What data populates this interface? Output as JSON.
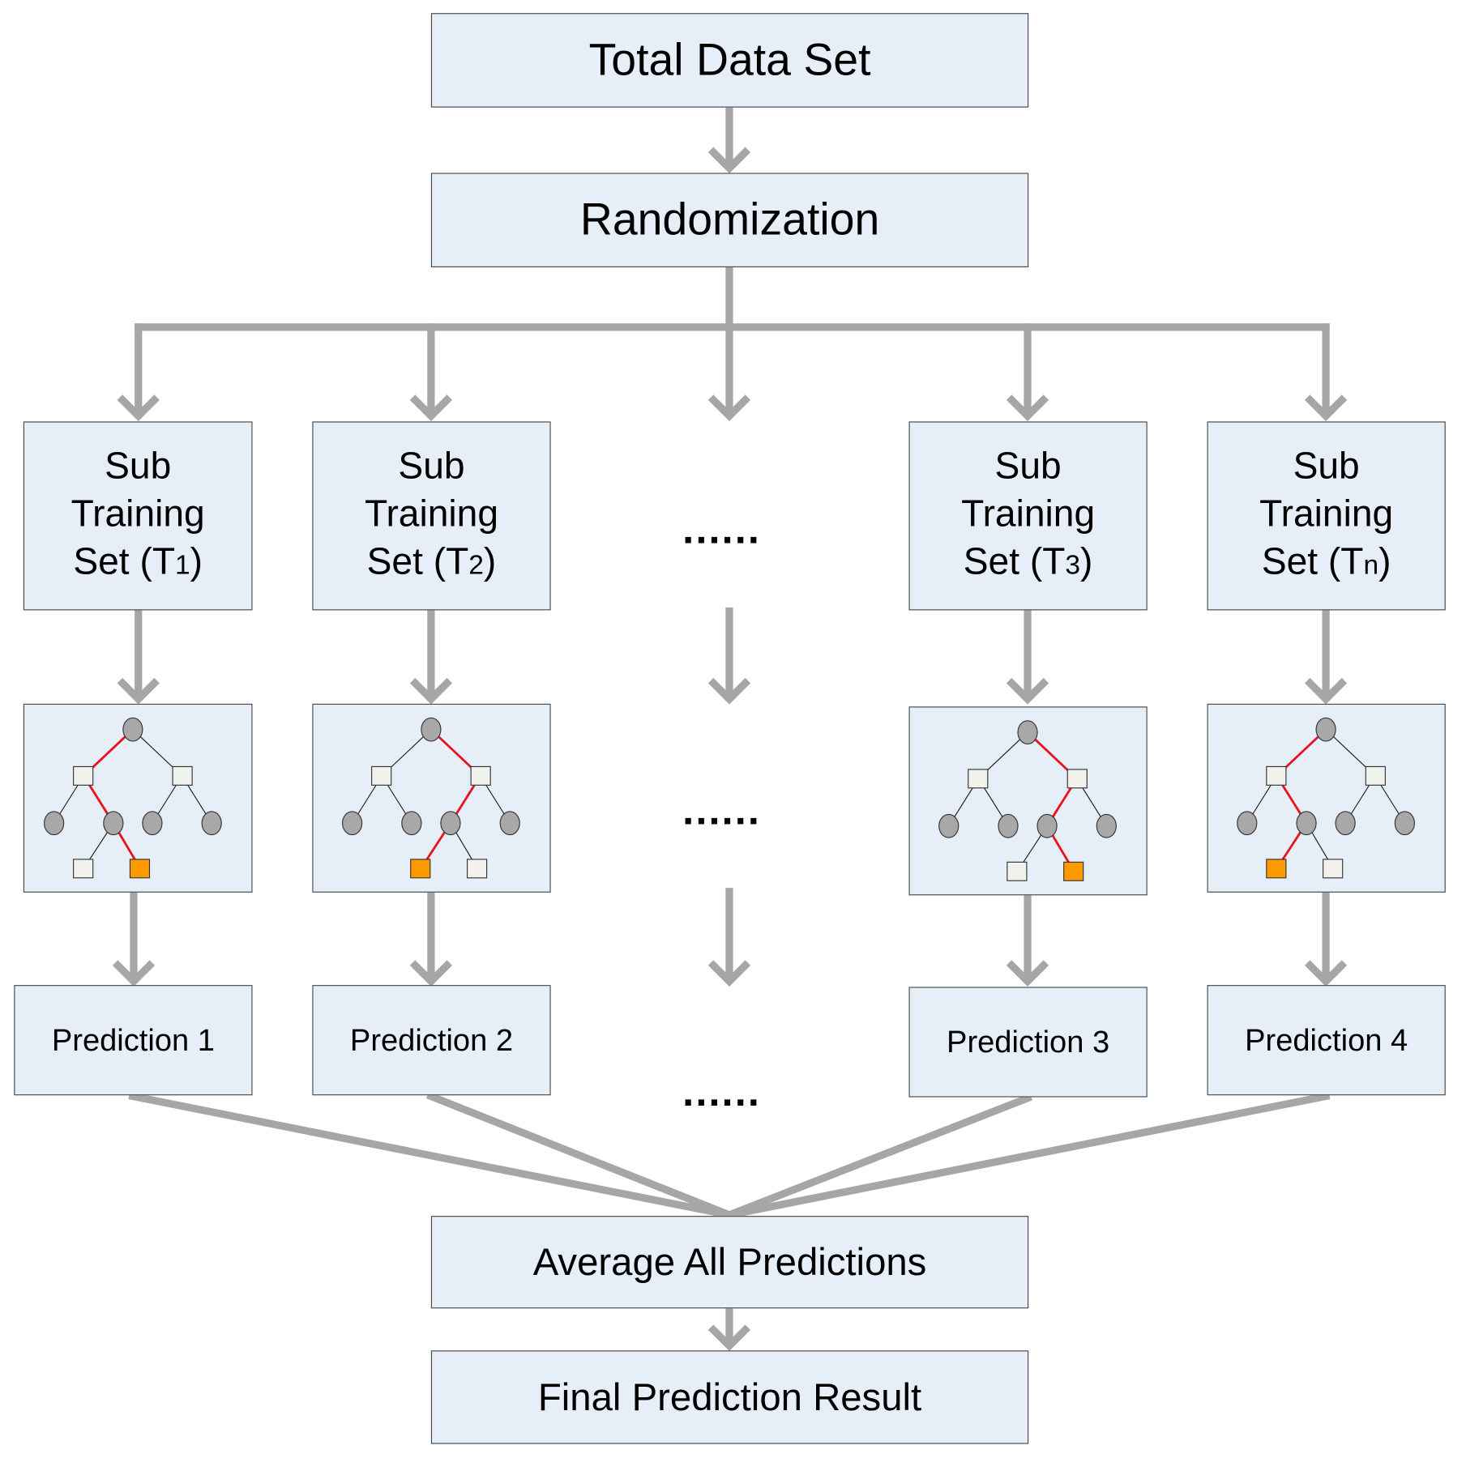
{
  "diagram": {
    "total_label": "Total Data Set",
    "randomization_label": "Randomization",
    "average_label": "Average All Predictions",
    "final_label": "Final Prediction Result",
    "ellipsis": "……",
    "subsets": [
      {
        "line1": "Sub",
        "line2": "Training",
        "set_word": "Set (T",
        "subscript": "1",
        "close": ")",
        "prediction": "Prediction 1"
      },
      {
        "line1": "Sub",
        "line2": "Training",
        "set_word": "Set (T",
        "subscript": "2",
        "close": ")",
        "prediction": "Prediction 2"
      },
      {
        "line1": "Sub",
        "line2": "Training",
        "set_word": "Set (T",
        "subscript": "3",
        "close": ")",
        "prediction": "Prediction 3"
      },
      {
        "line1": "Sub",
        "line2": "Training",
        "set_word": "Set (T",
        "subscript": "n",
        "close": ")",
        "prediction": "Prediction 4"
      }
    ]
  },
  "colors": {
    "box_fill": "#e6eef8",
    "connector": "#a6a6a6",
    "highlight_path": "#e8141e",
    "tree_edge": "#1a1a1a",
    "node_circle": "#a8a8a8",
    "node_square": "#f2f2ec",
    "leaf_selected": "#ff9900"
  }
}
